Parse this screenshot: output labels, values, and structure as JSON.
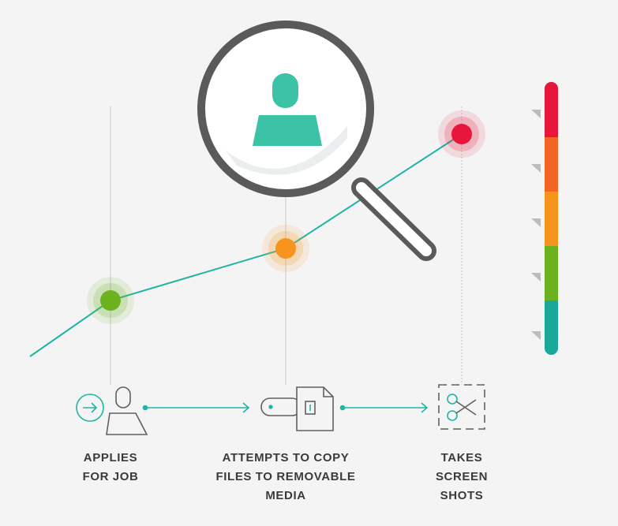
{
  "colors": {
    "background": "#f4f4f4",
    "line": "#1fb5a3",
    "guide": "#c9c9c9",
    "icon_stroke": "#606060",
    "magnifier": "#5a5a5a",
    "green": "#6bb21e",
    "orange": "#f7941d",
    "red": "#e8163b",
    "scale": [
      "#e8163b",
      "#f26522",
      "#f7941d",
      "#6bb21e",
      "#1aa89a"
    ]
  },
  "steps": [
    {
      "label": "APPLIES\nFOR JOB",
      "icon": "arrow-circle-person-icon",
      "risk": "green"
    },
    {
      "label": "ATTEMPTS TO COPY\nFILES TO REMOVABLE\nMEDIA",
      "icon": "usb-drive-document-icon",
      "risk": "orange"
    },
    {
      "label": "TAKES\nSCREEN\nSHOTS",
      "icon": "scissors-screenshot-icon",
      "risk": "red"
    }
  ],
  "magnifier": {
    "icon": "person-avatar-icon"
  },
  "risk_scale": {
    "levels": 5
  }
}
